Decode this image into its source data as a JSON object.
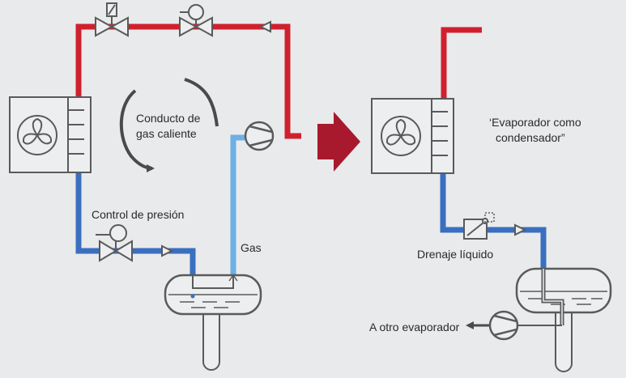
{
  "colors": {
    "background": "#e9eaeb",
    "hot_gas_line": "#d0202e",
    "liquid_line": "#3a6fc0",
    "gas_line": "#6cb0e6",
    "equipment_stroke": "#5a5a5a",
    "equipment_fill": "#eceeef",
    "direction_arrow": "#a8192e"
  },
  "labels": {
    "hot_gas_duct_line1": "Conducto de",
    "hot_gas_duct_line2": "gas caliente",
    "pressure_control": "Control de presión",
    "gas": "Gas",
    "evap_as_cond_line1": "‘Evaporador como",
    "evap_as_cond_line2": "condensador”",
    "liquid_drain": "Drenaje líquido",
    "to_other_evaporator": "A otro evaporador"
  }
}
